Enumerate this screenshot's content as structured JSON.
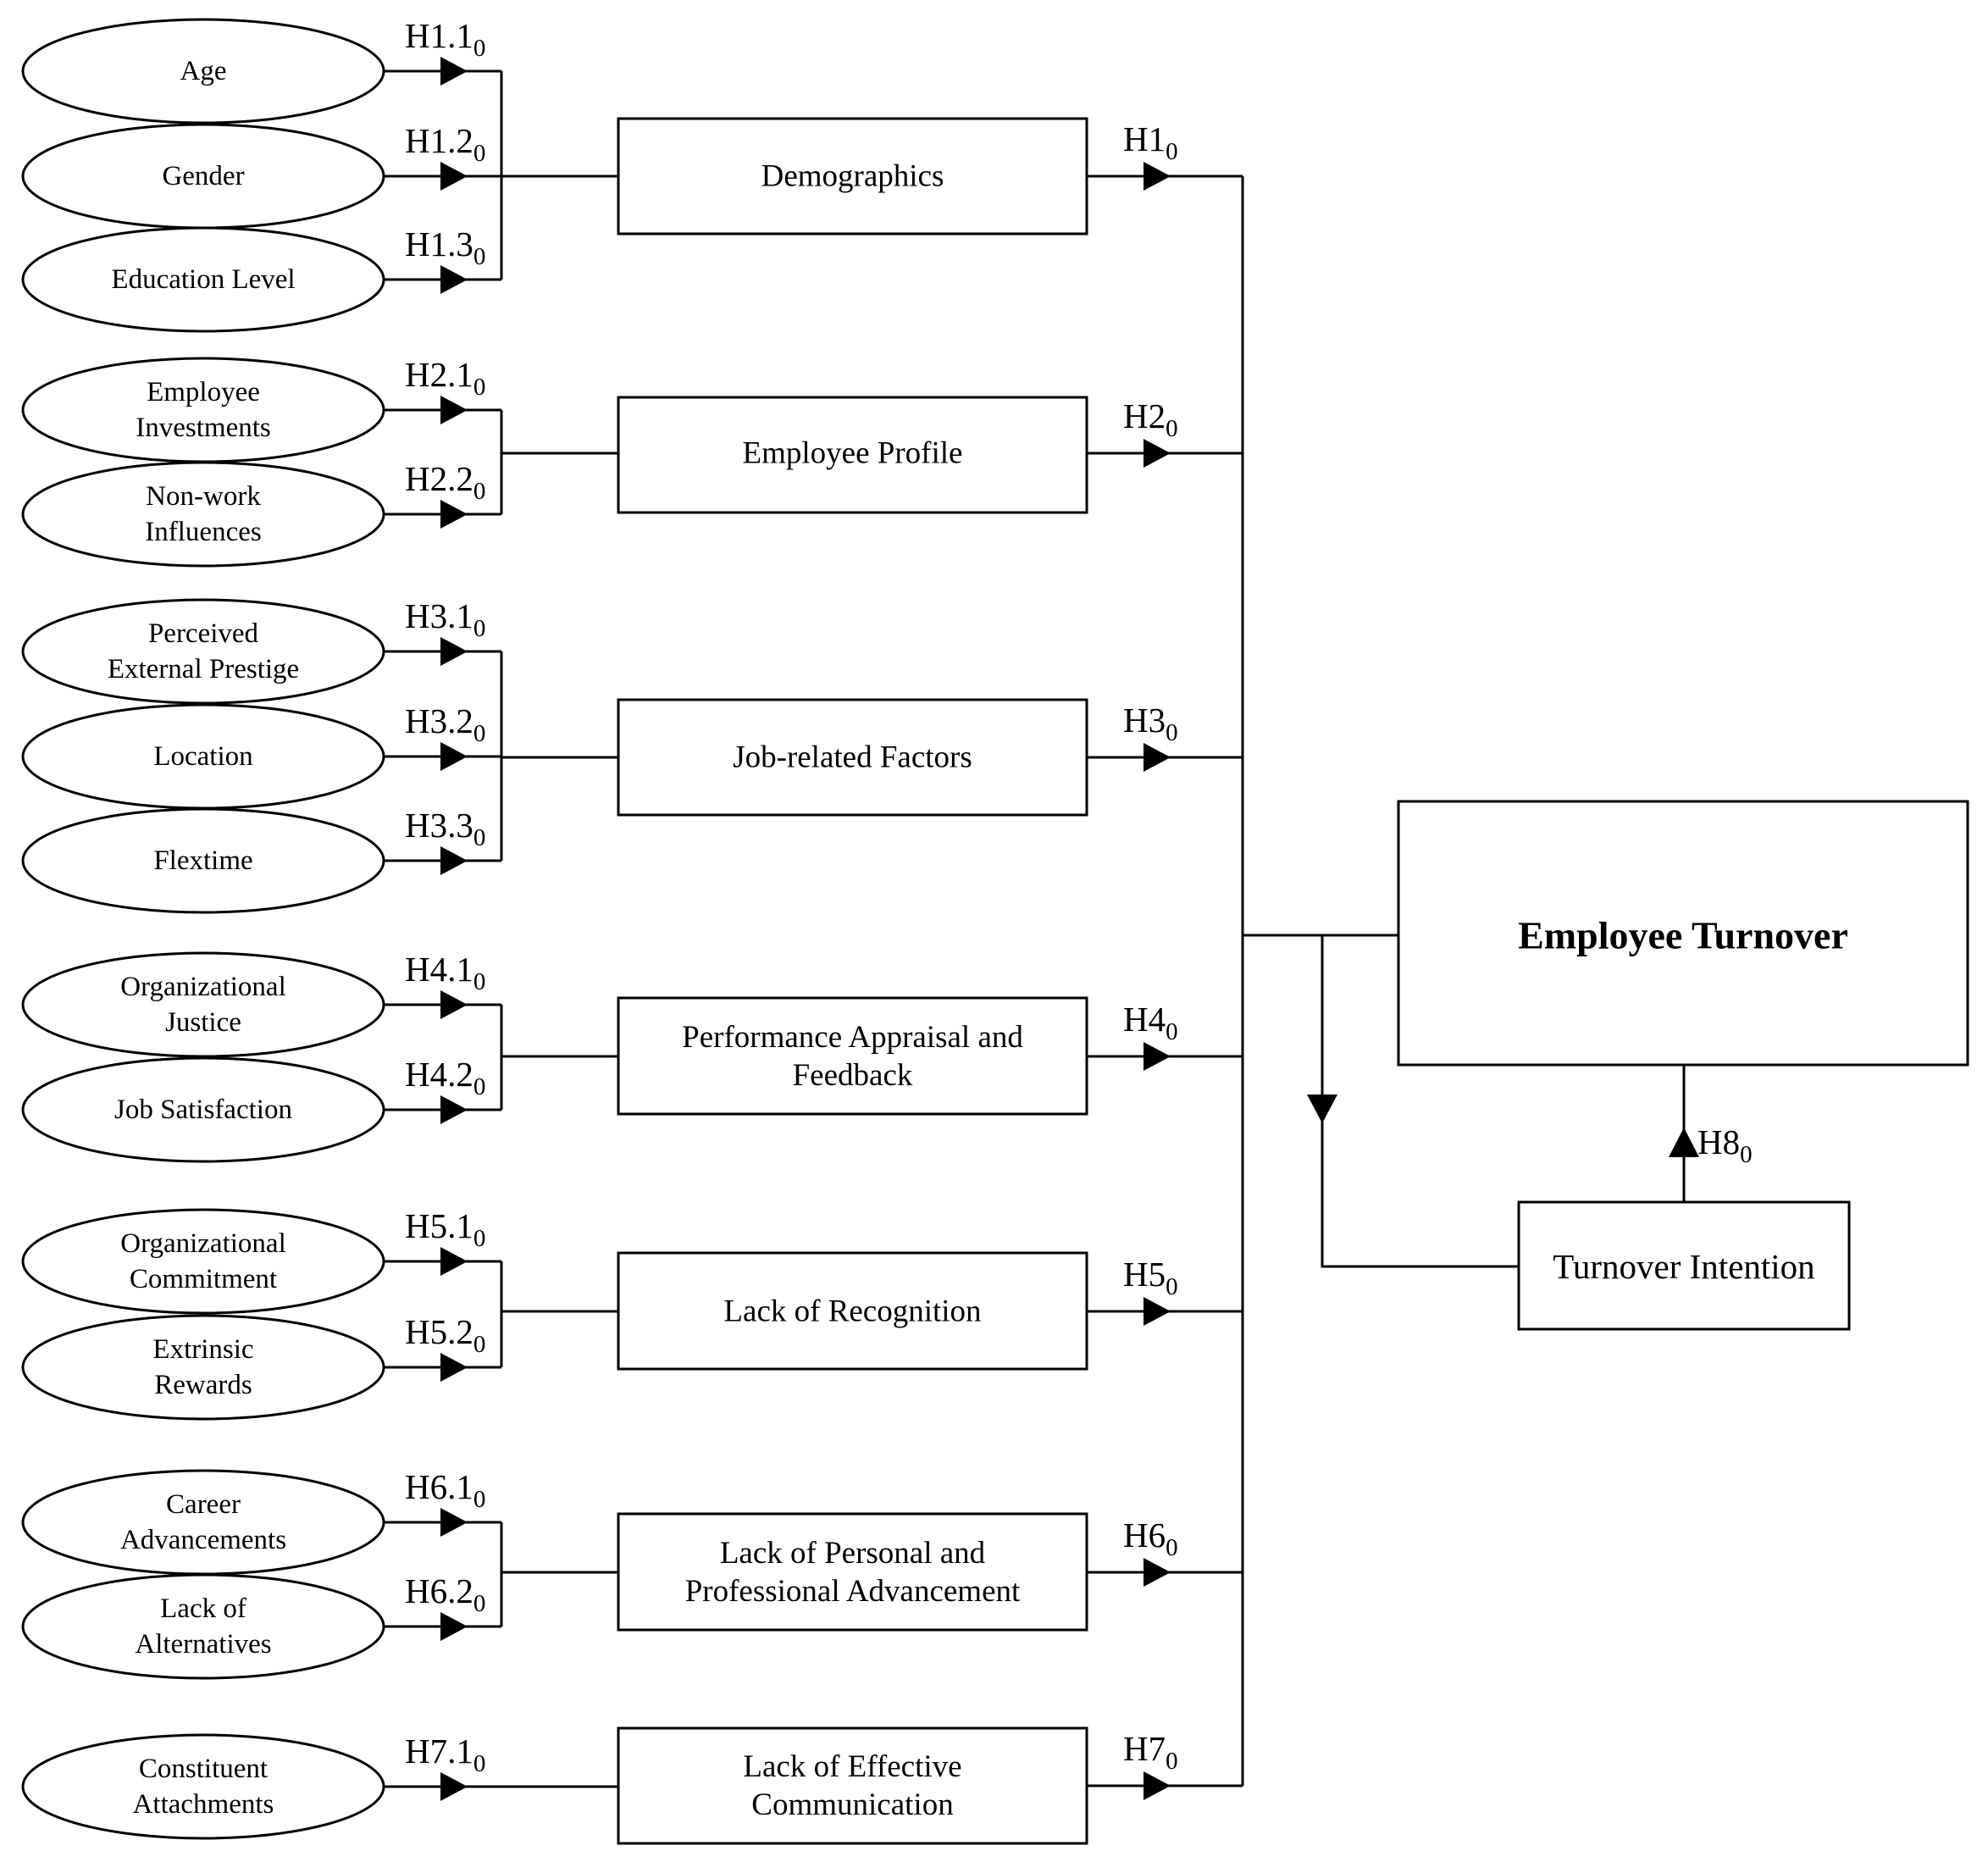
{
  "diagram": {
    "constructs": [
      {
        "label_lines": [
          "Demographics"
        ],
        "hypothesis": {
          "base": "H1",
          "sub": "0"
        },
        "factors": [
          {
            "label_lines": [
              "Age"
            ],
            "hypothesis": {
              "base": "H1.1",
              "sub": "0"
            }
          },
          {
            "label_lines": [
              "Gender"
            ],
            "hypothesis": {
              "base": "H1.2",
              "sub": "0"
            }
          },
          {
            "label_lines": [
              "Education Level"
            ],
            "hypothesis": {
              "base": "H1.3",
              "sub": "0"
            }
          }
        ]
      },
      {
        "label_lines": [
          "Employee Profile"
        ],
        "hypothesis": {
          "base": "H2",
          "sub": "0"
        },
        "factors": [
          {
            "label_lines": [
              "Employee",
              "Investments"
            ],
            "hypothesis": {
              "base": "H2.1",
              "sub": "0"
            }
          },
          {
            "label_lines": [
              "Non-work",
              "Influences"
            ],
            "hypothesis": {
              "base": "H2.2",
              "sub": "0"
            }
          }
        ]
      },
      {
        "label_lines": [
          "Job-related Factors"
        ],
        "hypothesis": {
          "base": "H3",
          "sub": "0"
        },
        "factors": [
          {
            "label_lines": [
              "Perceived",
              "External Prestige"
            ],
            "hypothesis": {
              "base": "H3.1",
              "sub": "0"
            }
          },
          {
            "label_lines": [
              "Location"
            ],
            "hypothesis": {
              "base": "H3.2",
              "sub": "0"
            }
          },
          {
            "label_lines": [
              "Flextime"
            ],
            "hypothesis": {
              "base": "H3.3",
              "sub": "0"
            }
          }
        ]
      },
      {
        "label_lines": [
          "Performance  Appraisal and",
          "Feedback"
        ],
        "hypothesis": {
          "base": "H4",
          "sub": "0"
        },
        "factors": [
          {
            "label_lines": [
              "Organizational",
              "Justice"
            ],
            "hypothesis": {
              "base": "H4.1",
              "sub": "0"
            }
          },
          {
            "label_lines": [
              "Job Satisfaction"
            ],
            "hypothesis": {
              "base": "H4.2",
              "sub": "0"
            }
          }
        ]
      },
      {
        "label_lines": [
          "Lack of Recognition"
        ],
        "hypothesis": {
          "base": "H5",
          "sub": "0"
        },
        "factors": [
          {
            "label_lines": [
              "Organizational",
              "Commitment"
            ],
            "hypothesis": {
              "base": "H5.1",
              "sub": "0"
            }
          },
          {
            "label_lines": [
              "Extrinsic",
              "Rewards"
            ],
            "hypothesis": {
              "base": "H5.2",
              "sub": "0"
            }
          }
        ]
      },
      {
        "label_lines": [
          "Lack of Personal and",
          "Professional Advancement"
        ],
        "hypothesis": {
          "base": "H6",
          "sub": "0"
        },
        "factors": [
          {
            "label_lines": [
              "Career",
              "Advancements"
            ],
            "hypothesis": {
              "base": "H6.1",
              "sub": "0"
            }
          },
          {
            "label_lines": [
              "Lack of",
              "Alternatives"
            ],
            "hypothesis": {
              "base": "H6.2",
              "sub": "0"
            }
          }
        ]
      },
      {
        "label_lines": [
          "Lack of Effective",
          "Communication"
        ],
        "hypothesis": {
          "base": "H7",
          "sub": "0"
        },
        "factors": [
          {
            "label_lines": [
              "Constituent",
              "Attachments"
            ],
            "hypothesis": {
              "base": "H7.1",
              "sub": "0"
            }
          }
        ]
      }
    ],
    "outcome": {
      "label": "Employee Turnover"
    },
    "mediator": {
      "label": "Turnover Intention",
      "hypothesis": {
        "base": "H8",
        "sub": "0"
      }
    }
  }
}
